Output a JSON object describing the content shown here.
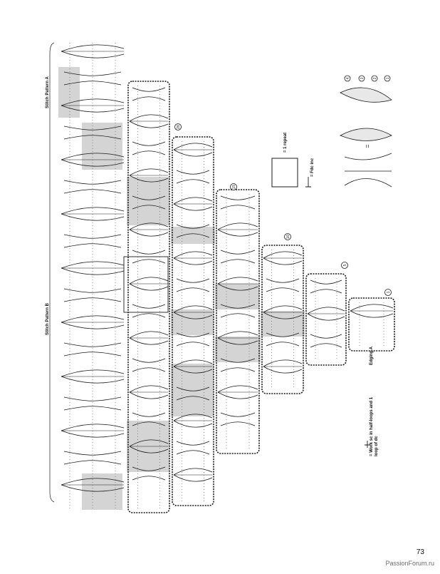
{
  "labels": {
    "stitch_pattern_a": "Stitch Pattern A",
    "stitch_pattern_b": "Stitch Pattern B",
    "edging_a": "Edging A",
    "legend_repeat": "= 1 repeat",
    "legend_fdc": "= Fdc inc",
    "legend_half_loops_1": "= Work sc in half-loops and 1",
    "legend_half_loops_2": "loop of dc"
  },
  "row_markers": [
    "1",
    "5",
    "10",
    "15",
    "20"
  ],
  "detail_markers": [
    "4",
    "3",
    "2",
    "1"
  ],
  "equals_sign": "=",
  "page_number": "73",
  "watermark": "PassionForum.ru",
  "colors": {
    "ink": "#1a1a1a",
    "shade": "#d4d4d4",
    "line": "#333333"
  }
}
